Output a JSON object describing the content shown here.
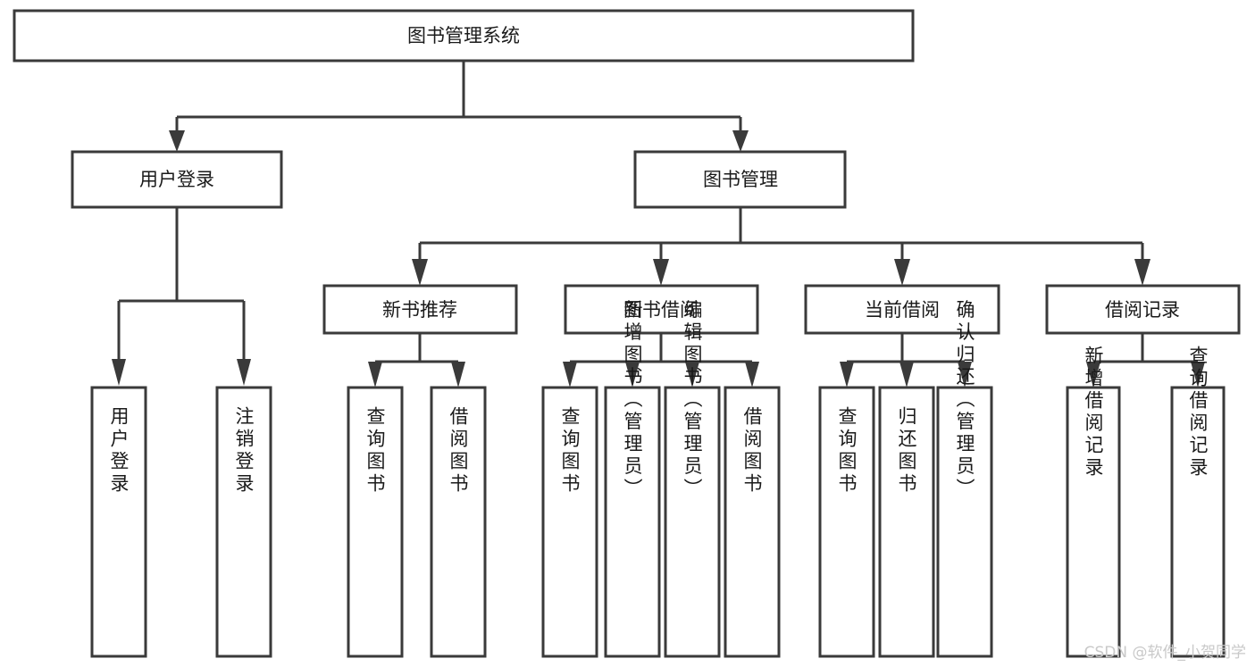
{
  "diagram": {
    "title": "图书管理系统",
    "type": "tree-hierarchy-flowchart",
    "orientation": "top-down",
    "colors": {
      "box_fill": "#ffffff",
      "box_stroke": "#3a3a3a",
      "text": "#1a1a1a",
      "background": "#ffffff",
      "watermark": "#c9c9c9"
    },
    "root": {
      "label": "图书管理系统"
    },
    "level2": [
      {
        "label": "用户登录"
      },
      {
        "label": "图书管理"
      }
    ],
    "level3": [
      {
        "label": "新书推荐"
      },
      {
        "label": "图书借阅"
      },
      {
        "label": "当前借阅"
      },
      {
        "label": "借阅记录"
      }
    ],
    "leaves": {
      "user_login": [
        {
          "label": "用户登录"
        },
        {
          "label": "注销登录"
        }
      ],
      "new_book_recommend": [
        {
          "label": "查询图书"
        },
        {
          "label": "借阅图书"
        }
      ],
      "book_borrow": [
        {
          "label": "查询图书"
        },
        {
          "label": "新增图书（管理员）"
        },
        {
          "label": "编辑图书（管理员）"
        },
        {
          "label": "借阅图书"
        }
      ],
      "current_borrow": [
        {
          "label": "查询图书"
        },
        {
          "label": "归还图书"
        },
        {
          "label": "确认归还（管理员）"
        }
      ],
      "borrow_record": [
        {
          "label": "新增借阅记录"
        },
        {
          "label": "查询借阅记录"
        }
      ]
    }
  },
  "watermark": {
    "text": "CSDN @软件_小贺同学"
  }
}
